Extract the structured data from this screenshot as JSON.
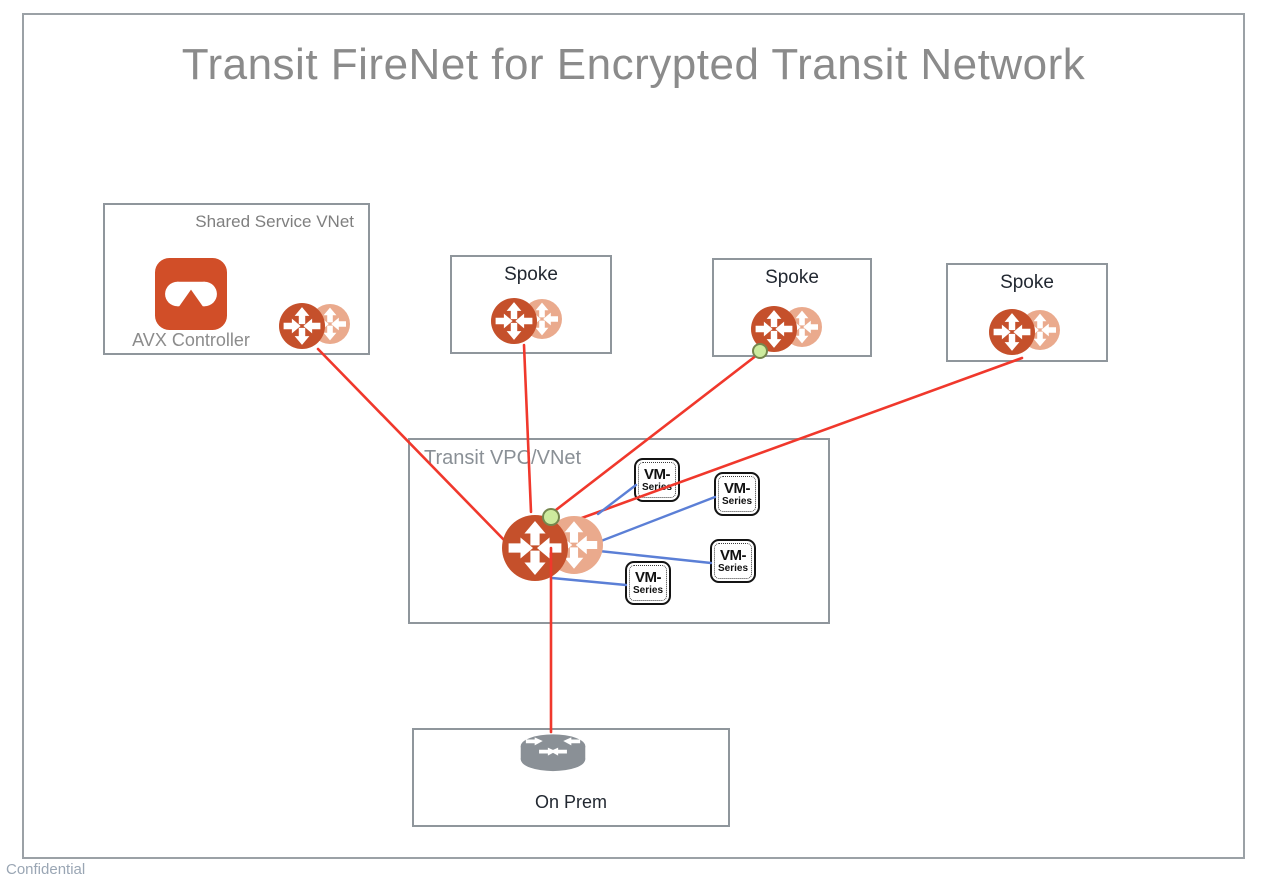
{
  "title": "Transit FireNet for Encrypted Transit Network",
  "watermark": "Confidential",
  "groups": {
    "shared_service": {
      "label": "Shared Service VNet",
      "controller": "AVX Controller"
    },
    "spokes": [
      {
        "label": "Spoke"
      },
      {
        "label": "Spoke"
      },
      {
        "label": "Spoke"
      }
    ],
    "transit": {
      "label": "Transit VPC/VNet"
    },
    "onprem": {
      "label": "On Prem"
    }
  },
  "firewall": {
    "line1": "VM-",
    "line2": "Series"
  },
  "colors": {
    "gateway_primary": "#C5502B",
    "gateway_secondary": "#EAAA8D",
    "avx_orange": "#D14E28",
    "encrypted_link_red": "#F0382C",
    "firewall_link_blue": "#5B7FD6",
    "status_dot_green": "#CDEB9E",
    "box_border_gray": "#8F969C",
    "title_gray": "#8B8B8B",
    "dark_text": "#222831",
    "router_gray": "#8A9096"
  }
}
